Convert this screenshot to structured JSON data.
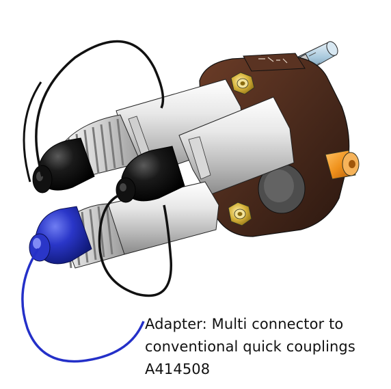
{
  "caption": {
    "line1": "Adapter: Multi connector to",
    "line2": "conventional quick couplings",
    "line3": "A414508"
  },
  "illustration": {
    "subject": "adapter-illustration",
    "colors": {
      "flange": "#4a2a1c",
      "body_metal": "#d9d9d9",
      "black_cap": "#0d0d0d",
      "blue_cap": "#2430c8",
      "orange_plug": "#f0921c",
      "brass_nut": "#d6b23a",
      "nipple_blue": "#a9c9dd"
    }
  }
}
